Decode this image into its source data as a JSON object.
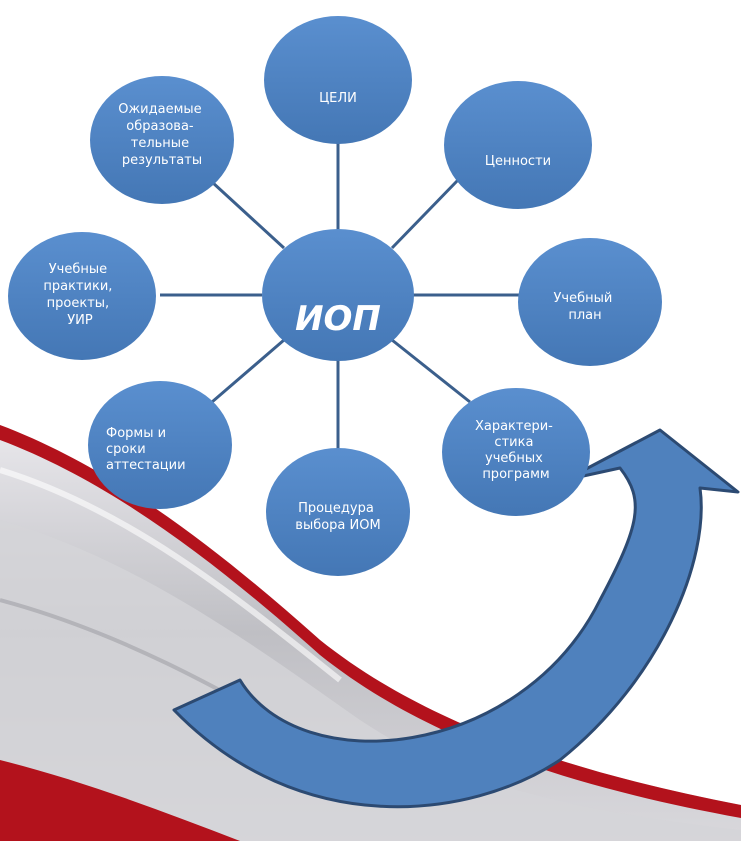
{
  "colors": {
    "node_fill": "#4a7fbf",
    "connector": "#3b5f8c",
    "arrow_fill": "#4f81bd",
    "arrow_stroke": "#2c4a72",
    "swoosh_red": "#b3121c",
    "swoosh_gray": "#c9c9cd"
  },
  "diagram": {
    "center": {
      "label": "ИОП"
    },
    "nodes": {
      "goals": {
        "lines": [
          "ЦЕЛИ"
        ]
      },
      "values": {
        "lines": [
          "Ценности"
        ]
      },
      "curriculum": {
        "lines": [
          "Учебный",
          "план"
        ]
      },
      "programs": {
        "lines": [
          "Характери-",
          "стика",
          "учебных",
          "программ"
        ]
      },
      "selection": {
        "lines": [
          "Процедура",
          "выбора ИОМ"
        ]
      },
      "attestation": {
        "lines": [
          "Формы и",
          "сроки",
          "аттестации"
        ]
      },
      "practices": {
        "lines": [
          "Учебные",
          "практики,",
          "проекты,",
          "УИР"
        ]
      },
      "results": {
        "lines": [
          "Ожидаемые",
          "образова-",
          "тельные",
          "результаты"
        ]
      }
    }
  }
}
